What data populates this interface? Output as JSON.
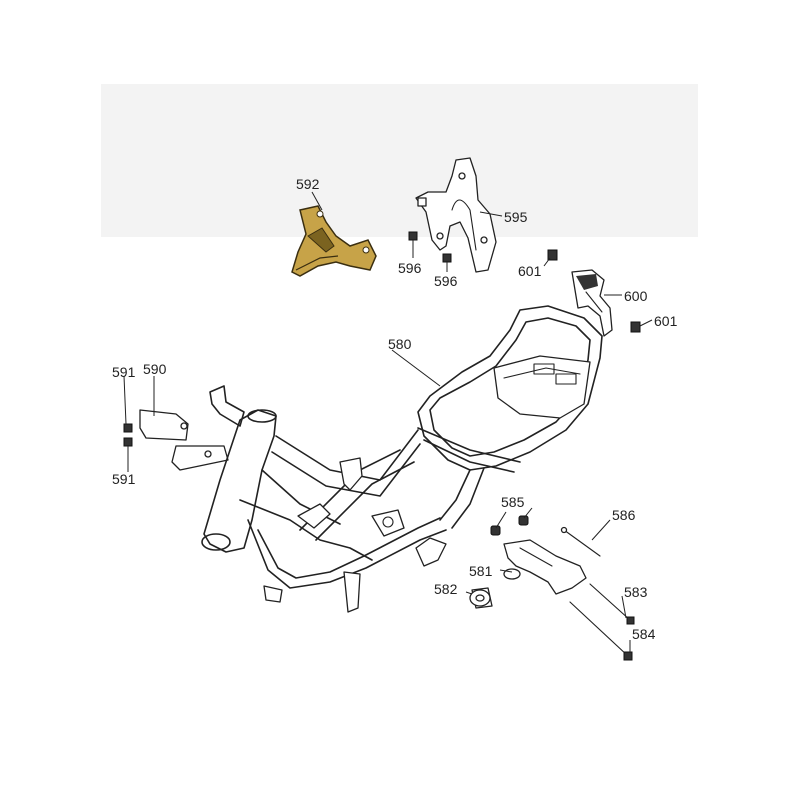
{
  "diagram": {
    "parts": [
      {
        "label": "580",
        "description": "main frame"
      },
      {
        "label": "581"
      },
      {
        "label": "582"
      },
      {
        "label": "583"
      },
      {
        "label": "584"
      },
      {
        "label": "585"
      },
      {
        "label": "586"
      },
      {
        "label": "590"
      },
      {
        "label": "591a",
        "text": "591"
      },
      {
        "label": "591b",
        "text": "591"
      },
      {
        "label": "592"
      },
      {
        "label": "595"
      },
      {
        "label": "596a",
        "text": "596"
      },
      {
        "label": "596b",
        "text": "596"
      },
      {
        "label": "600"
      },
      {
        "label": "601a",
        "text": "601"
      },
      {
        "label": "601b",
        "text": "601"
      }
    ],
    "colors": {
      "line": "#222222",
      "band": "#f3f3f3",
      "bracket_592": "#c7a348"
    }
  }
}
